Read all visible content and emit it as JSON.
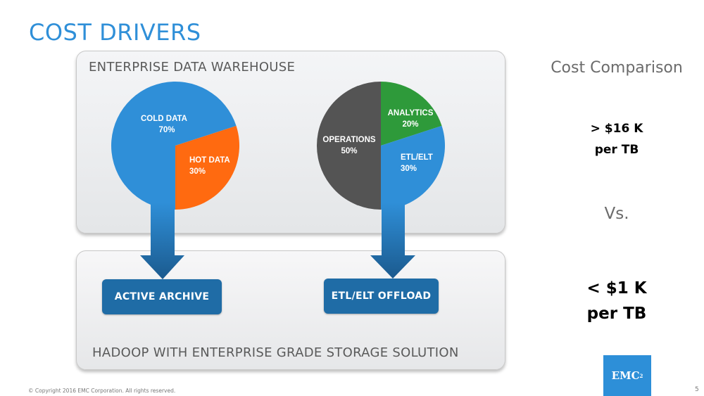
{
  "slide": {
    "title": "COST DRIVERS",
    "footer": "© Copyright 2016 EMC Corporation. All rights reserved.",
    "page_number": "5",
    "logo": {
      "text": "EMC",
      "superscript": "2"
    }
  },
  "top_panel": {
    "label": "ENTERPRISE DATA WAREHOUSE"
  },
  "bottom_panel": {
    "label": "HADOOP WITH ENTERPRISE GRADE STORAGE SOLUTION",
    "boxes": [
      {
        "label": "ACTIVE ARCHIVE"
      },
      {
        "label": "ETL/ELT OFFLOAD"
      }
    ]
  },
  "comparison": {
    "heading": "Cost Comparison",
    "high_line1": "> $16 K",
    "high_line2": "per TB",
    "vs": "Vs.",
    "low_line1": "< $1 K",
    "low_line2": "per TB"
  },
  "colors": {
    "title_blue": "#2f8fd8",
    "cold_data": "#2f8fd8",
    "hot_data": "#ff6a10",
    "operations": "#545454",
    "analytics": "#2e9a3a",
    "etl_elt": "#2f8fd8",
    "arrow_top": "#2f8fd8",
    "arrow_bottom": "#1b5a8e",
    "box_blue": "#1f6ca6"
  },
  "chart_data": [
    {
      "type": "pie",
      "title": "Data temperature",
      "slices": [
        {
          "name": "HOT DATA",
          "label": "HOT DATA",
          "value": 30,
          "pct_label": "30%",
          "color": "#ff6a10"
        },
        {
          "name": "COLD DATA",
          "label": "COLD DATA",
          "value": 70,
          "pct_label": "70%",
          "color": "#2f8fd8"
        }
      ]
    },
    {
      "type": "pie",
      "title": "Workload",
      "slices": [
        {
          "name": "ANALYTICS",
          "label": "ANALYTICS",
          "value": 20,
          "pct_label": "20%",
          "color": "#2e9a3a"
        },
        {
          "name": "ETL/ELT",
          "label": "ETL/ELT",
          "value": 30,
          "pct_label": "30%",
          "color": "#2f8fd8"
        },
        {
          "name": "OPERATIONS",
          "label": "OPERATIONS",
          "value": 50,
          "pct_label": "50%",
          "color": "#545454"
        }
      ]
    }
  ]
}
